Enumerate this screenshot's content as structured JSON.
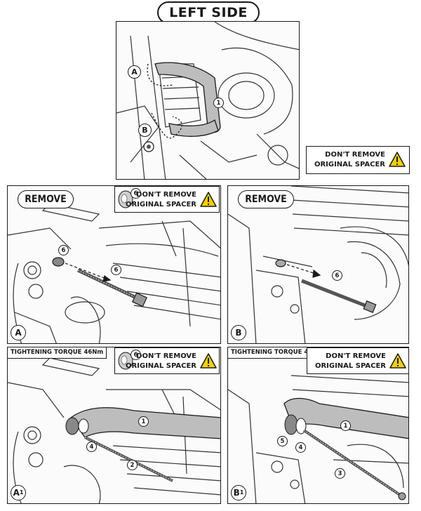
{
  "page": {
    "title": "LEFT SIDE"
  },
  "warning": {
    "line1": "DON'T REMOVE",
    "line2": "ORIGINAL SPACER",
    "icon": "warning-triangle-icon",
    "accent": "#f5d000"
  },
  "remove_label": "REMOVE",
  "torque_label": "TIGHTENING TORQUE 46Nm",
  "overview": {
    "callouts": [
      "A",
      "B",
      "1"
    ]
  },
  "panels": {
    "a": {
      "label": "A",
      "callouts": [
        "6",
        "6"
      ]
    },
    "b": {
      "label": "B",
      "callouts": [
        "6"
      ]
    },
    "a1": {
      "label": "A",
      "sub": "1",
      "callouts": [
        "1",
        "4",
        "2"
      ]
    },
    "b1": {
      "label": "B",
      "sub": "1",
      "callouts": [
        "1",
        "5",
        "4",
        "3"
      ]
    }
  }
}
